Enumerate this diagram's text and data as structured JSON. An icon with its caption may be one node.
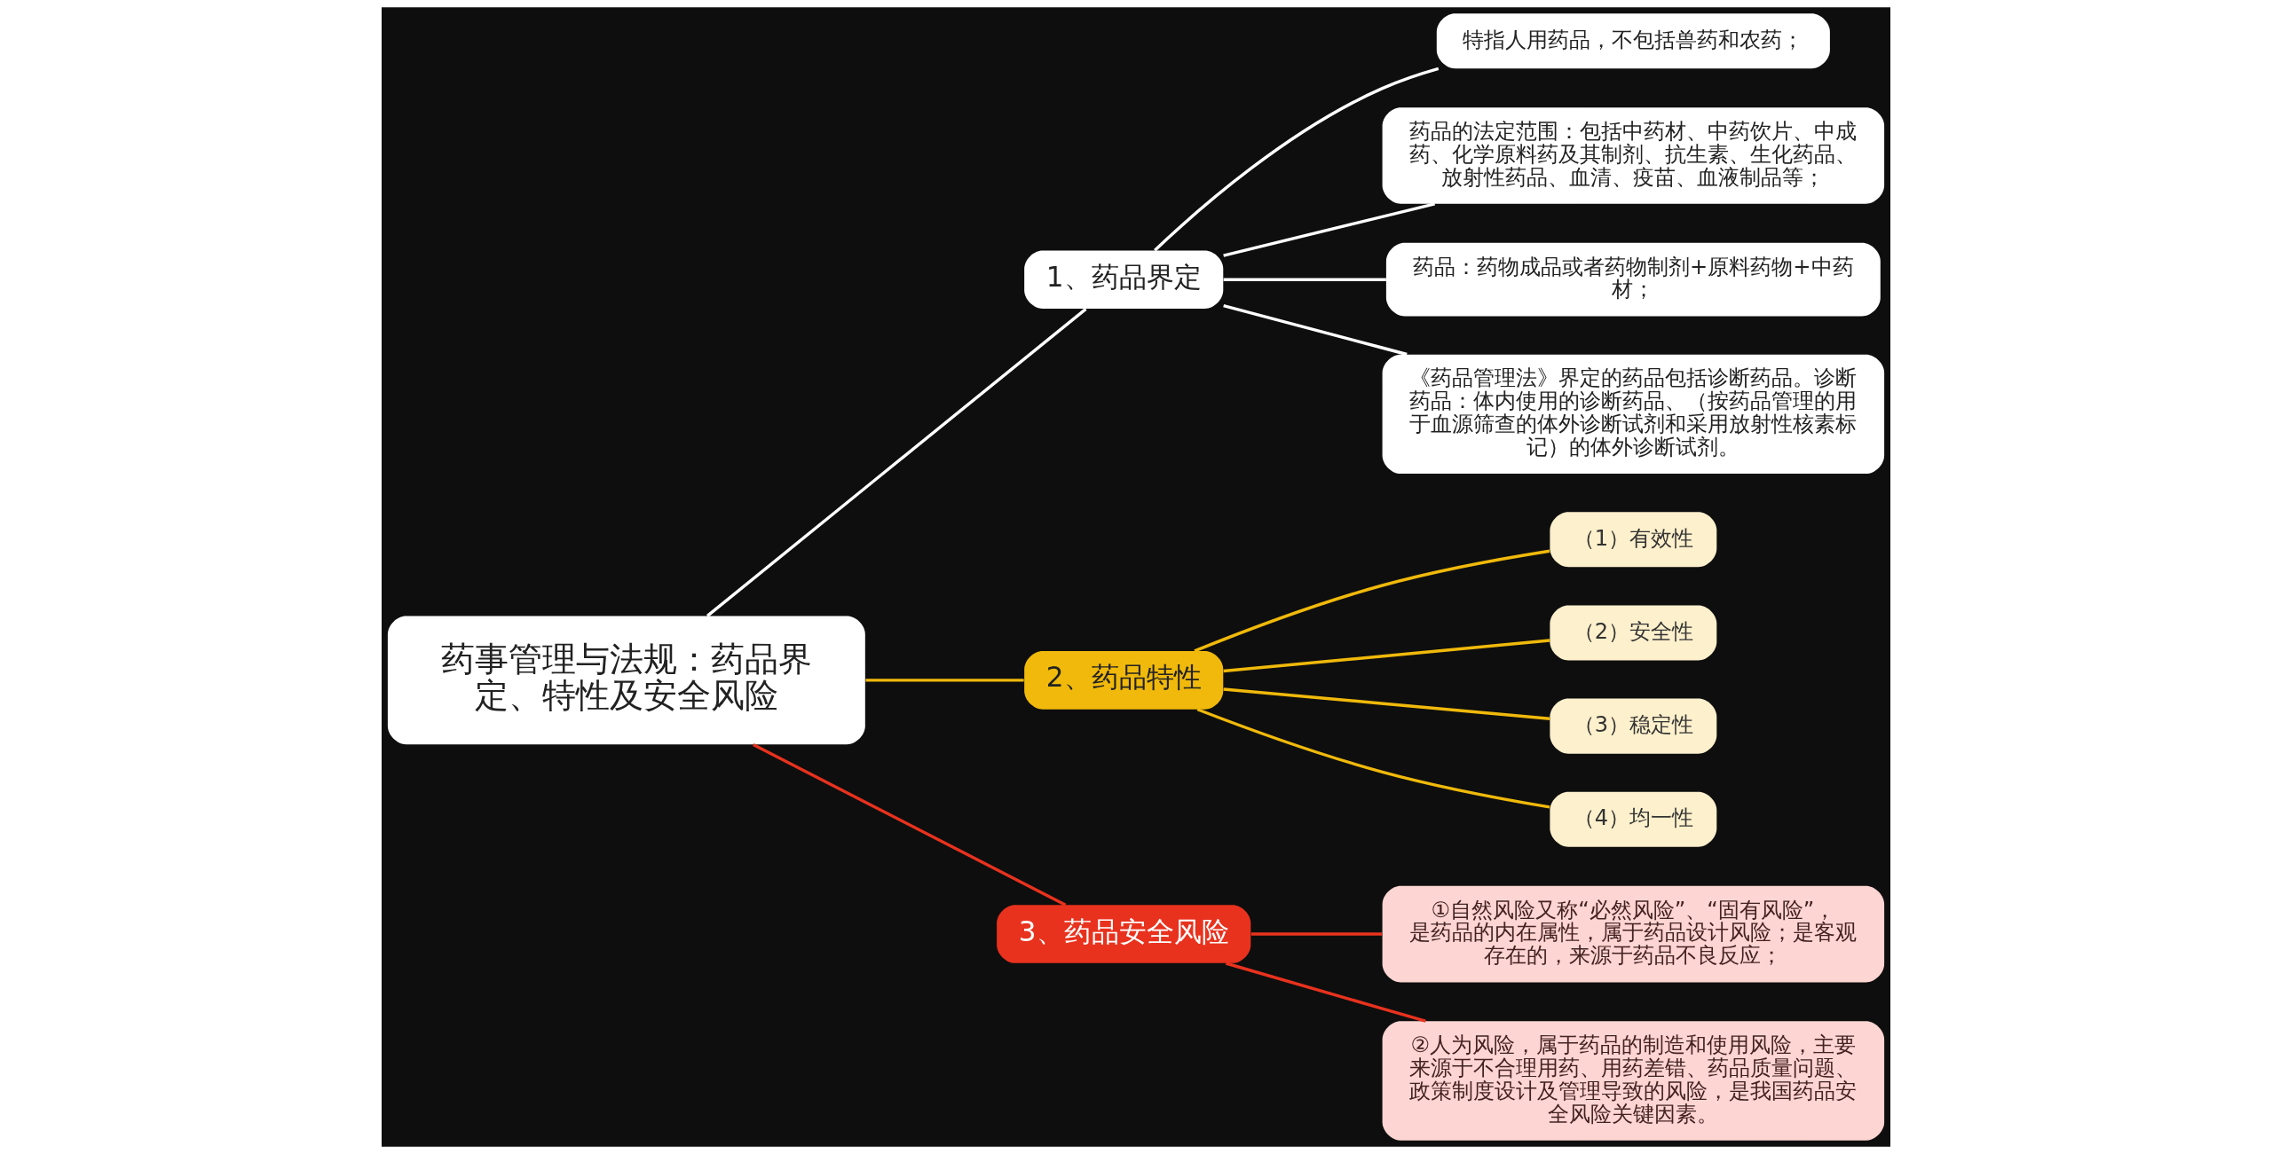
{
  "diagram": {
    "nodes": [
      {
        "text": [
          "药事管理与法规：药品界定、特性及安全风险"
        ]
      },
      {
        "text": [
          "1、药品界定"
        ]
      },
      {
        "text": [
          "特指人用药品，不包括兽药和农药；"
        ]
      },
      {
        "text": [
          "药品的法定范围：包括中药材、中药饮片、中成药、化学原料药及其制剂、抗生素、生化药品、放射性药品、血清、疫苗、血液制品等；"
        ]
      },
      {
        "text": [
          "药品：药物成品或者药物制剂+原料药物+中药材；"
        ]
      },
      {
        "text": [
          "《药品管理法》界定的药品包括诊断药品。诊断药品：体内使用的诊断药品、（按药品管理的用于血源筛查的体外诊断试剂和采用放射性核素标记）的体外诊断试剂。"
        ]
      },
      {
        "text": [
          "2、药品特性"
        ]
      },
      {
        "text": [
          "（1）有效性"
        ]
      },
      {
        "text": [
          "（2）安全性"
        ]
      },
      {
        "text": [
          "（3）稳定性"
        ]
      },
      {
        "text": [
          "（4）均一性"
        ]
      },
      {
        "text": [
          "3、药品安全风险"
        ]
      },
      {
        "text": [
          "①自然风险又称“必然风险”、“固有风险”，是药品的内在属性，属于药品设计风险；是客观存在的，来源于药品不良反应；"
        ]
      },
      {
        "text": [
          "②人为风险，属于药品的制造和使用风险，主要来源于不合理用药、用药差错、药品质量问题、政策制度设计及管理导致的风险，是我国药品安全风险关键因素。"
        ]
      }
    ],
    "edges": [
      {
        "from": 0,
        "to": 1,
        "arrow": "none",
        "color": "#ffffff"
      },
      {
        "from": 1,
        "to": 2,
        "arrow": "none",
        "color": "#ffffff"
      },
      {
        "from": 1,
        "to": 3,
        "arrow": "none",
        "color": "#ffffff"
      },
      {
        "from": 1,
        "to": 4,
        "arrow": "none",
        "color": "#ffffff"
      },
      {
        "from": 1,
        "to": 5,
        "arrow": "none",
        "color": "#ffffff"
      },
      {
        "from": 0,
        "to": 6,
        "arrow": "none",
        "color": "#f0b90b"
      },
      {
        "from": 6,
        "to": 7,
        "arrow": "none",
        "color": "#f0b90b"
      },
      {
        "from": 6,
        "to": 8,
        "arrow": "none",
        "color": "#f0b90b"
      },
      {
        "from": 6,
        "to": 9,
        "arrow": "none",
        "color": "#f0b90b"
      },
      {
        "from": 6,
        "to": 10,
        "arrow": "none",
        "color": "#f0b90b"
      },
      {
        "from": 0,
        "to": 11,
        "arrow": "none",
        "color": "#e8321e"
      },
      {
        "from": 11,
        "to": 12,
        "arrow": "none",
        "color": "#e8321e"
      },
      {
        "from": 11,
        "to": 13,
        "arrow": "none",
        "color": "#e8321e"
      }
    ]
  }
}
